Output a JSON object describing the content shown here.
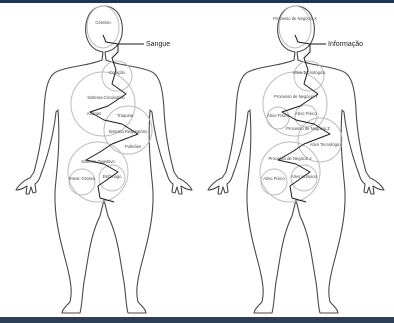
{
  "figure": {
    "frame_colors": {
      "top": "#1f3550",
      "bottom": "#2d3f58"
    },
    "left": {
      "callout": "Sangue",
      "labels": [
        "Cérebro",
        "Coração",
        "Sistema Circulatório",
        "Artérias",
        "Tráqueia",
        "Sistema Respiratório",
        "Pulmões",
        "Sistema Digestivo",
        "Intest. Grosso",
        "Estômago"
      ]
    },
    "right": {
      "callout": "Informação",
      "labels": [
        "Processo de Negócio X",
        "Ativo Tecnológico",
        "Processo de Negócio Y",
        "Ativo Físico",
        "Ativo Físico",
        "Processo de Negócio Z",
        "Ativo Tecnológico",
        "Processo de Negócio J",
        "Ativo Físico",
        "Ativo Humano"
      ]
    }
  }
}
